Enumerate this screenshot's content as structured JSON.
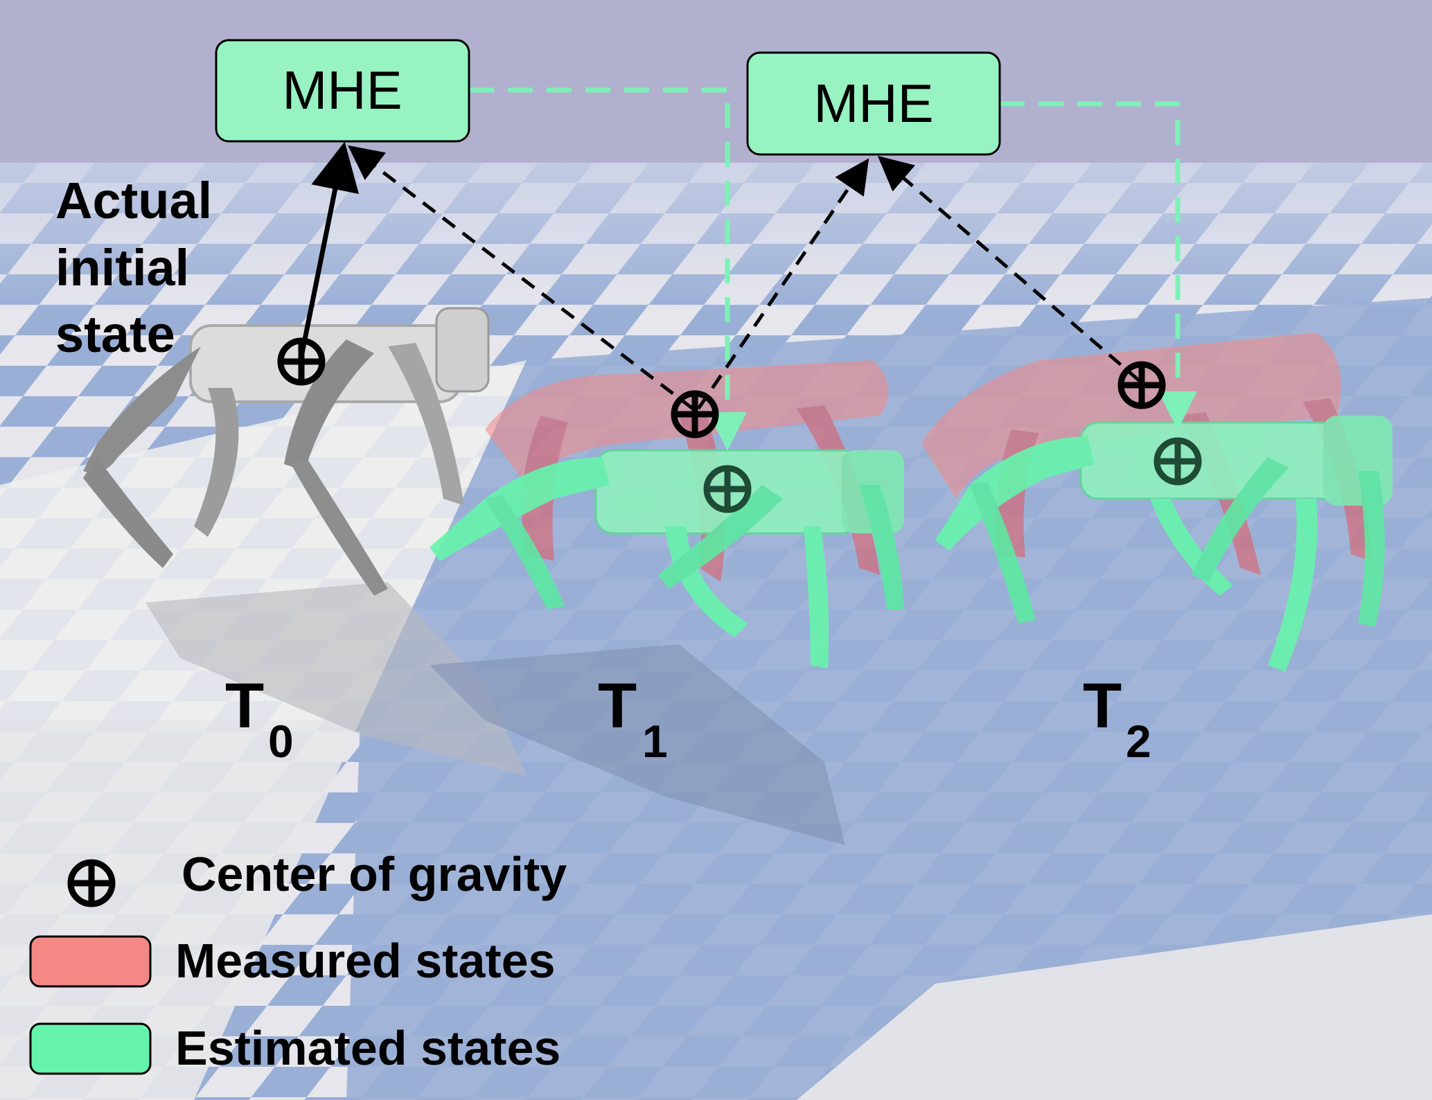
{
  "mhe_boxes": [
    {
      "label": "MHE"
    },
    {
      "label": "MHE"
    }
  ],
  "annotation": {
    "lines": [
      "Actual",
      "initial",
      "state"
    ]
  },
  "time_labels": [
    {
      "main": "T",
      "sub": "0"
    },
    {
      "main": "T",
      "sub": "1"
    },
    {
      "main": "T",
      "sub": "2"
    }
  ],
  "legend": {
    "cog_label": "Center of gravity",
    "items": [
      {
        "label": "Measured states",
        "color": "#f48885"
      },
      {
        "label": "Estimated states",
        "color": "#66f4ac"
      }
    ]
  },
  "colors": {
    "sky": "#b1b1cf",
    "floor_blue": "#9aafd6",
    "floor_white": "#e6e6ec",
    "mhe_box": "#98f3c2",
    "estimated": "#66f4ac",
    "measured": "#f48885",
    "cog_dark": "#1f4a36"
  }
}
